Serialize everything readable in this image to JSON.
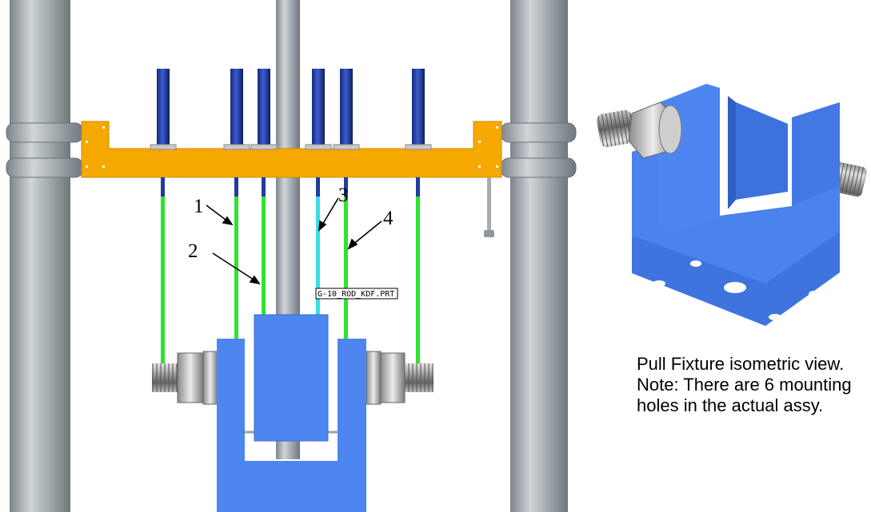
{
  "callouts": {
    "one": "1",
    "two": "2",
    "three": "3",
    "four": "4"
  },
  "part_tag": "G-10_ROD_KDF.PRT",
  "caption": {
    "line1": "Pull Fixture isometric view.",
    "line2": "Note: There are 6 mounting holes in the actual assy."
  },
  "colors": {
    "crossbar": "#f5a800",
    "fixture": "#4d86f0",
    "rod": "#2de32d",
    "highlight_rod": "#36e0e8",
    "tube": "#9ea7ad",
    "stud": "#1f3c9e"
  }
}
